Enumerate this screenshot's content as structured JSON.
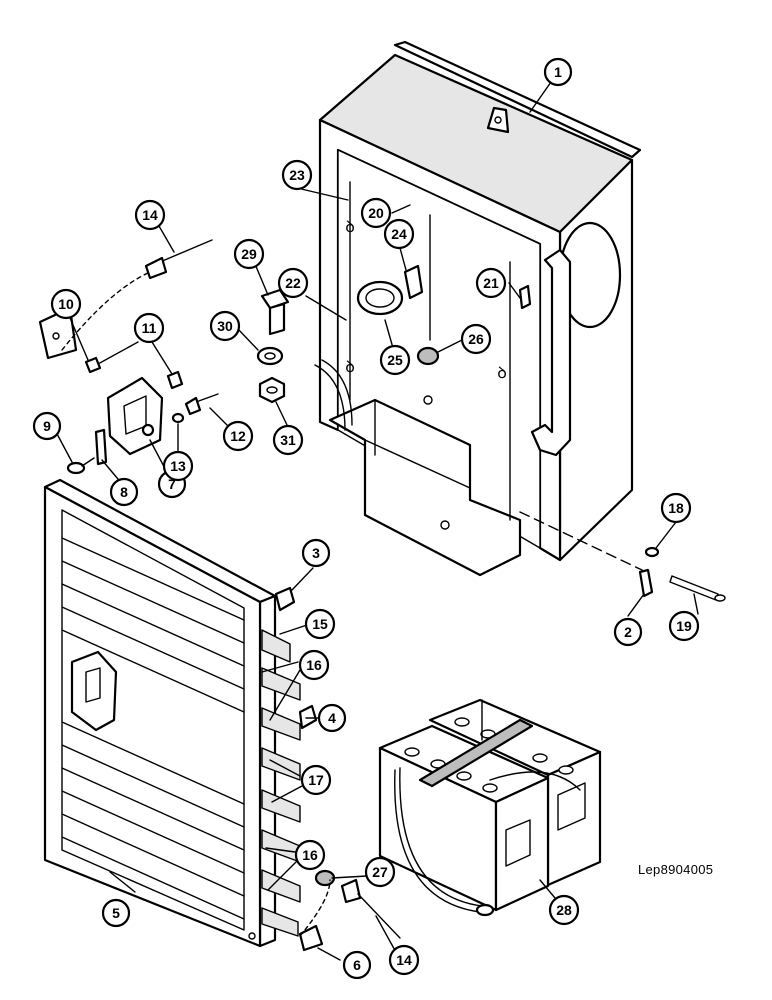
{
  "reference_code": "Lep8904005",
  "callouts": [
    {
      "id": "c1",
      "label": "1"
    },
    {
      "id": "c2",
      "label": "2"
    },
    {
      "id": "c3",
      "label": "3"
    },
    {
      "id": "c4",
      "label": "4"
    },
    {
      "id": "c5",
      "label": "5"
    },
    {
      "id": "c6",
      "label": "6"
    },
    {
      "id": "c7",
      "label": "7"
    },
    {
      "id": "c8",
      "label": "8"
    },
    {
      "id": "c9",
      "label": "9"
    },
    {
      "id": "c10",
      "label": "10"
    },
    {
      "id": "c11",
      "label": "11"
    },
    {
      "id": "c12",
      "label": "12"
    },
    {
      "id": "c13",
      "label": "13"
    },
    {
      "id": "c14a",
      "label": "14"
    },
    {
      "id": "c14b",
      "label": "14"
    },
    {
      "id": "c15",
      "label": "15"
    },
    {
      "id": "c16a",
      "label": "16"
    },
    {
      "id": "c16b",
      "label": "16"
    },
    {
      "id": "c17",
      "label": "17"
    },
    {
      "id": "c18",
      "label": "18"
    },
    {
      "id": "c19",
      "label": "19"
    },
    {
      "id": "c20",
      "label": "20"
    },
    {
      "id": "c21",
      "label": "21"
    },
    {
      "id": "c22",
      "label": "22"
    },
    {
      "id": "c23",
      "label": "23"
    },
    {
      "id": "c24",
      "label": "24"
    },
    {
      "id": "c25",
      "label": "25"
    },
    {
      "id": "c26",
      "label": "26"
    },
    {
      "id": "c27",
      "label": "27"
    },
    {
      "id": "c28",
      "label": "28"
    },
    {
      "id": "c29",
      "label": "29"
    },
    {
      "id": "c30",
      "label": "30"
    },
    {
      "id": "c31",
      "label": "31"
    }
  ]
}
